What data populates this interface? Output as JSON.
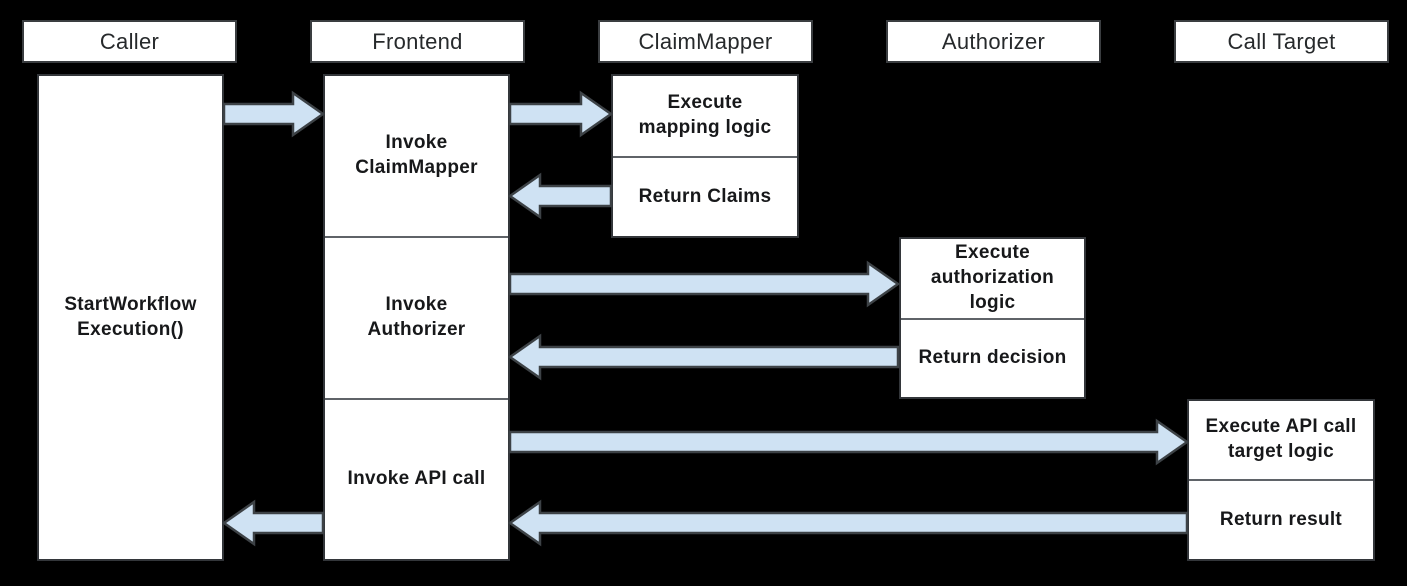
{
  "title": "Workflow execution sequence diagram",
  "colors": {
    "background": "#000000",
    "box_fill": "#ffffff",
    "box_border": "#33363a",
    "header_border": "#3a3d40",
    "divider": "#5f6368",
    "arrow_fill": "#cfe2f3",
    "arrow_stroke": "#3d4246",
    "text": "#17181a"
  },
  "headers": [
    "Caller",
    "Frontend",
    "ClaimMapper",
    "Authorizer",
    "Call Target"
  ],
  "caller": {
    "activation": "StartWorkflow\nExecution()"
  },
  "frontend": {
    "sections": [
      "Invoke\nClaimMapper",
      "Invoke\nAuthorizer",
      "Invoke API call"
    ]
  },
  "claim_mapper": {
    "sections": [
      "Execute\nmapping logic",
      "Return Claims"
    ]
  },
  "authorizer": {
    "sections": [
      "Execute\nauthorization\nlogic",
      "Return decision"
    ]
  },
  "call_target": {
    "sections": [
      "Execute API call\ntarget logic",
      "Return result"
    ]
  },
  "flows": [
    {
      "from": "Caller",
      "to": "Frontend"
    },
    {
      "from": "Frontend",
      "to": "ClaimMapper"
    },
    {
      "from": "ClaimMapper",
      "to": "Frontend"
    },
    {
      "from": "Frontend",
      "to": "Authorizer"
    },
    {
      "from": "Authorizer",
      "to": "Frontend"
    },
    {
      "from": "Frontend",
      "to": "Call Target"
    },
    {
      "from": "Call Target",
      "to": "Frontend"
    },
    {
      "from": "Frontend",
      "to": "Caller"
    }
  ]
}
